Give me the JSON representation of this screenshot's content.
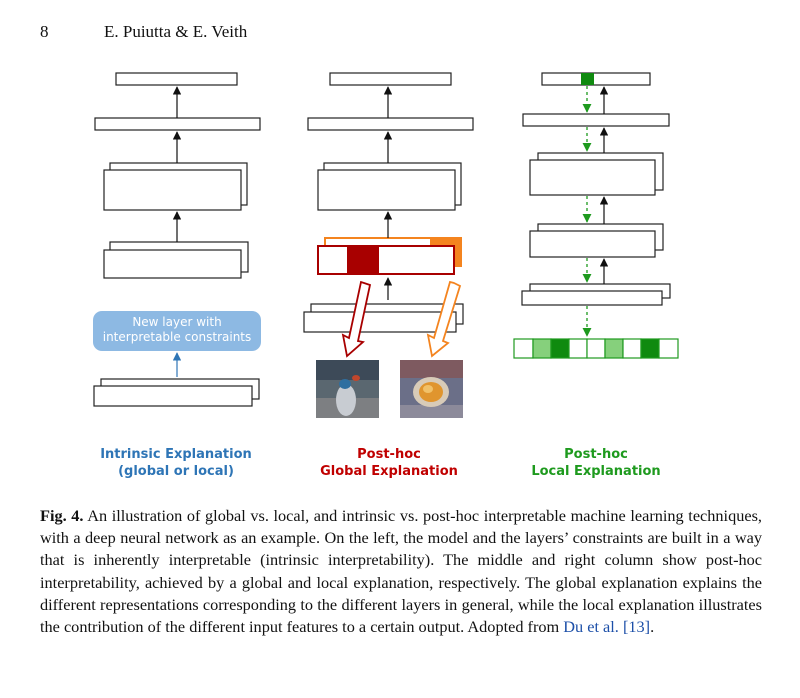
{
  "header": {
    "page_number": "8",
    "authors": "E. Puiutta & E. Veith"
  },
  "figure": {
    "columns": [
      {
        "label_line1": "Intrinsic Explanation",
        "label_line2": "(global or local)",
        "color": "#2e75b6"
      },
      {
        "label_line1": "Post-hoc",
        "label_line2": "Global Explanation",
        "color": "#c00000"
      },
      {
        "label_line1": "Post-hoc",
        "label_line2": "Local Explanation",
        "color": "#1e9a1e"
      }
    ],
    "interpretable_layer": {
      "line1": "New layer with",
      "line2": "interpretable constraints",
      "color": "#8db9e3"
    },
    "accent_colors": {
      "dark_red": "#a80000",
      "orange": "#f4841f",
      "green_dark": "#0f8a0f",
      "green_light": "#86d07c"
    }
  },
  "caption": {
    "label": "Fig. 4.",
    "text": " An illustration of global vs. local, and intrinsic vs. post-hoc interpretable machine learning techniques, with a deep neural network as an example. On the left, the model and the layers’ constraints are built in a way that is inherently interpretable (intrinsic interpretability). The middle and right column show post-hoc interpretability, achieved by a global and local explanation, respectively. The global explanation explains the different representations corresponding to the different layers in general, while the local explanation illustrates the contribution of the different input features to a certain output. Adopted from ",
    "citation_name": "Du et al.",
    "citation_ref": "[13]",
    "end": "."
  }
}
